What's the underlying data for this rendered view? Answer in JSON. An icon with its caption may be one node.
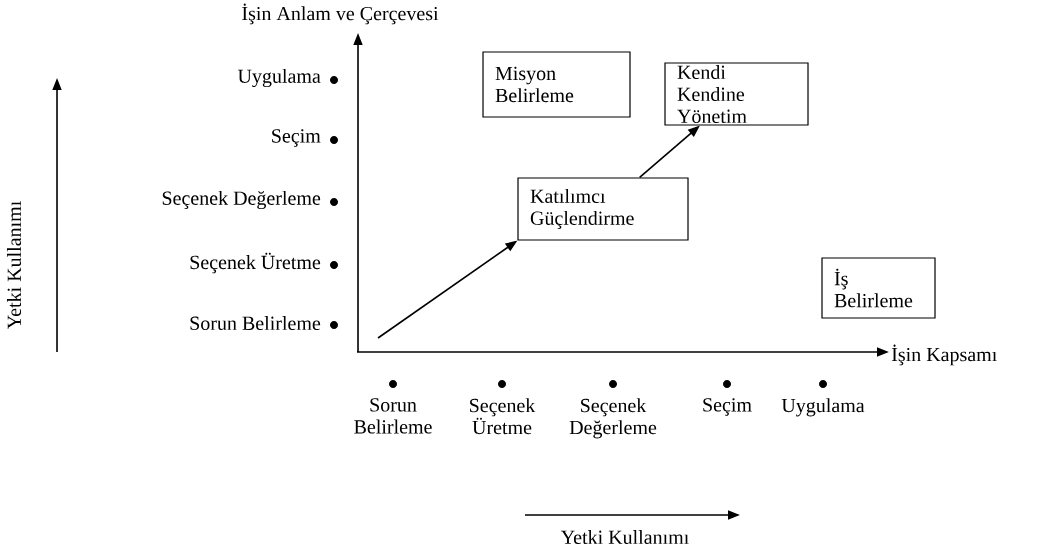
{
  "diagram": {
    "nodes": [
      {
        "text": [
          "Misyon Belirleme"
        ]
      },
      {
        "text": [
          "Kendi Kendine Yönetim"
        ]
      },
      {
        "text": [
          "Katılımcı Güçlendirme"
        ]
      },
      {
        "text": [
          "İş Belirleme"
        ]
      }
    ],
    "edges": [
      {
        "from": null,
        "to": 2,
        "arrow": "to"
      },
      {
        "from": 2,
        "to": 1,
        "arrow": "to"
      }
    ],
    "labels": [
      "İşin Anlam ve Çerçevesi",
      "Uygulama",
      "Seçim",
      "Seçenek Değerleme",
      "Seçenek Üretme",
      "Sorun Belirleme",
      "Yetki Kullanımı",
      "İşin Kapsamı",
      "Sorun Belirleme",
      "Seçenek Üretme",
      "Seçenek Değerleme",
      "Seçim",
      "Uygulama",
      "Yetki Kullanımı"
    ]
  }
}
